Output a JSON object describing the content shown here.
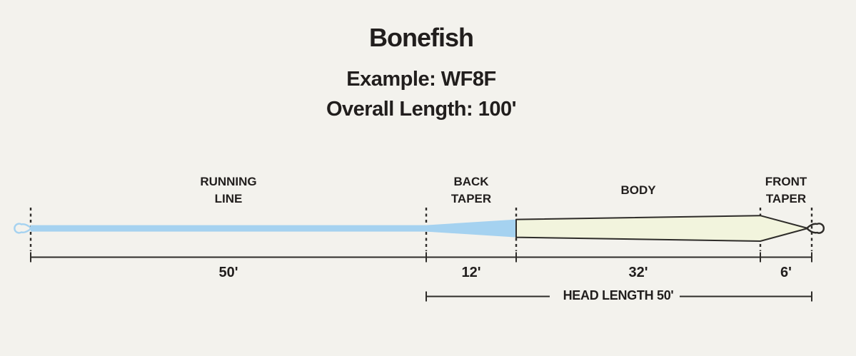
{
  "header": {
    "title": "Bonefish",
    "subtitle_example": "Example: WF8F",
    "subtitle_length": "Overall Length: 100'"
  },
  "diagram": {
    "sections": [
      {
        "name": "running-line",
        "label": "RUNNING\nLINE",
        "length_label": "50'"
      },
      {
        "name": "back-taper",
        "label": "BACK\nTAPER",
        "length_label": "12'"
      },
      {
        "name": "body",
        "label": "BODY",
        "length_label": "32'"
      },
      {
        "name": "front-taper",
        "label": "FRONT\nTAPER",
        "length_label": "6'"
      }
    ],
    "head_length_label": "HEAD LENGTH 50'",
    "colors": {
      "background": "#f3f2ed",
      "text": "#211e1d",
      "running_line_blue": "#a5d2f0",
      "body_fill": "#f2f4dd",
      "outline": "#2e2c29"
    }
  }
}
